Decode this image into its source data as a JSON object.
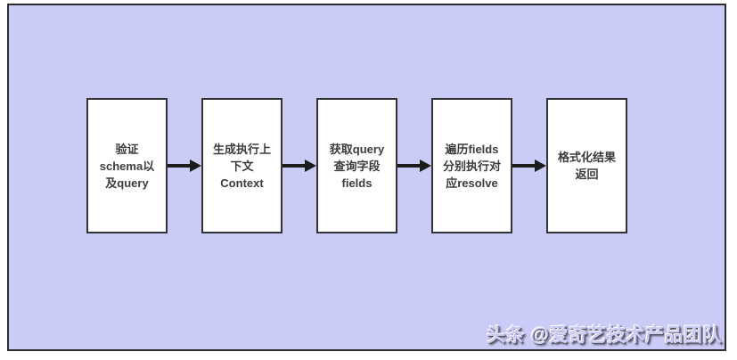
{
  "flowchart": {
    "description": "query execution pipeline",
    "steps": [
      {
        "label": "验证\nschema以\n及query"
      },
      {
        "label": "生成执行上\n下文\nContext"
      },
      {
        "label": "获取query\n查询字段\nfields"
      },
      {
        "label": "遍历fields\n分别执行对\n应resolve"
      },
      {
        "label": "格式化结果\n返回"
      }
    ],
    "connector_icon": "arrow-right-icon",
    "watermark": "头条 @爱奇艺技术产品团队"
  },
  "colors": {
    "page_background": "#ffffff",
    "canvas_background": "#cbcbf8",
    "panel_border": "#2c2c32",
    "box_fill": "#ffffff",
    "box_border": "#333333",
    "box_text": "#3c3c3c",
    "arrow": "#1c1c1c"
  }
}
